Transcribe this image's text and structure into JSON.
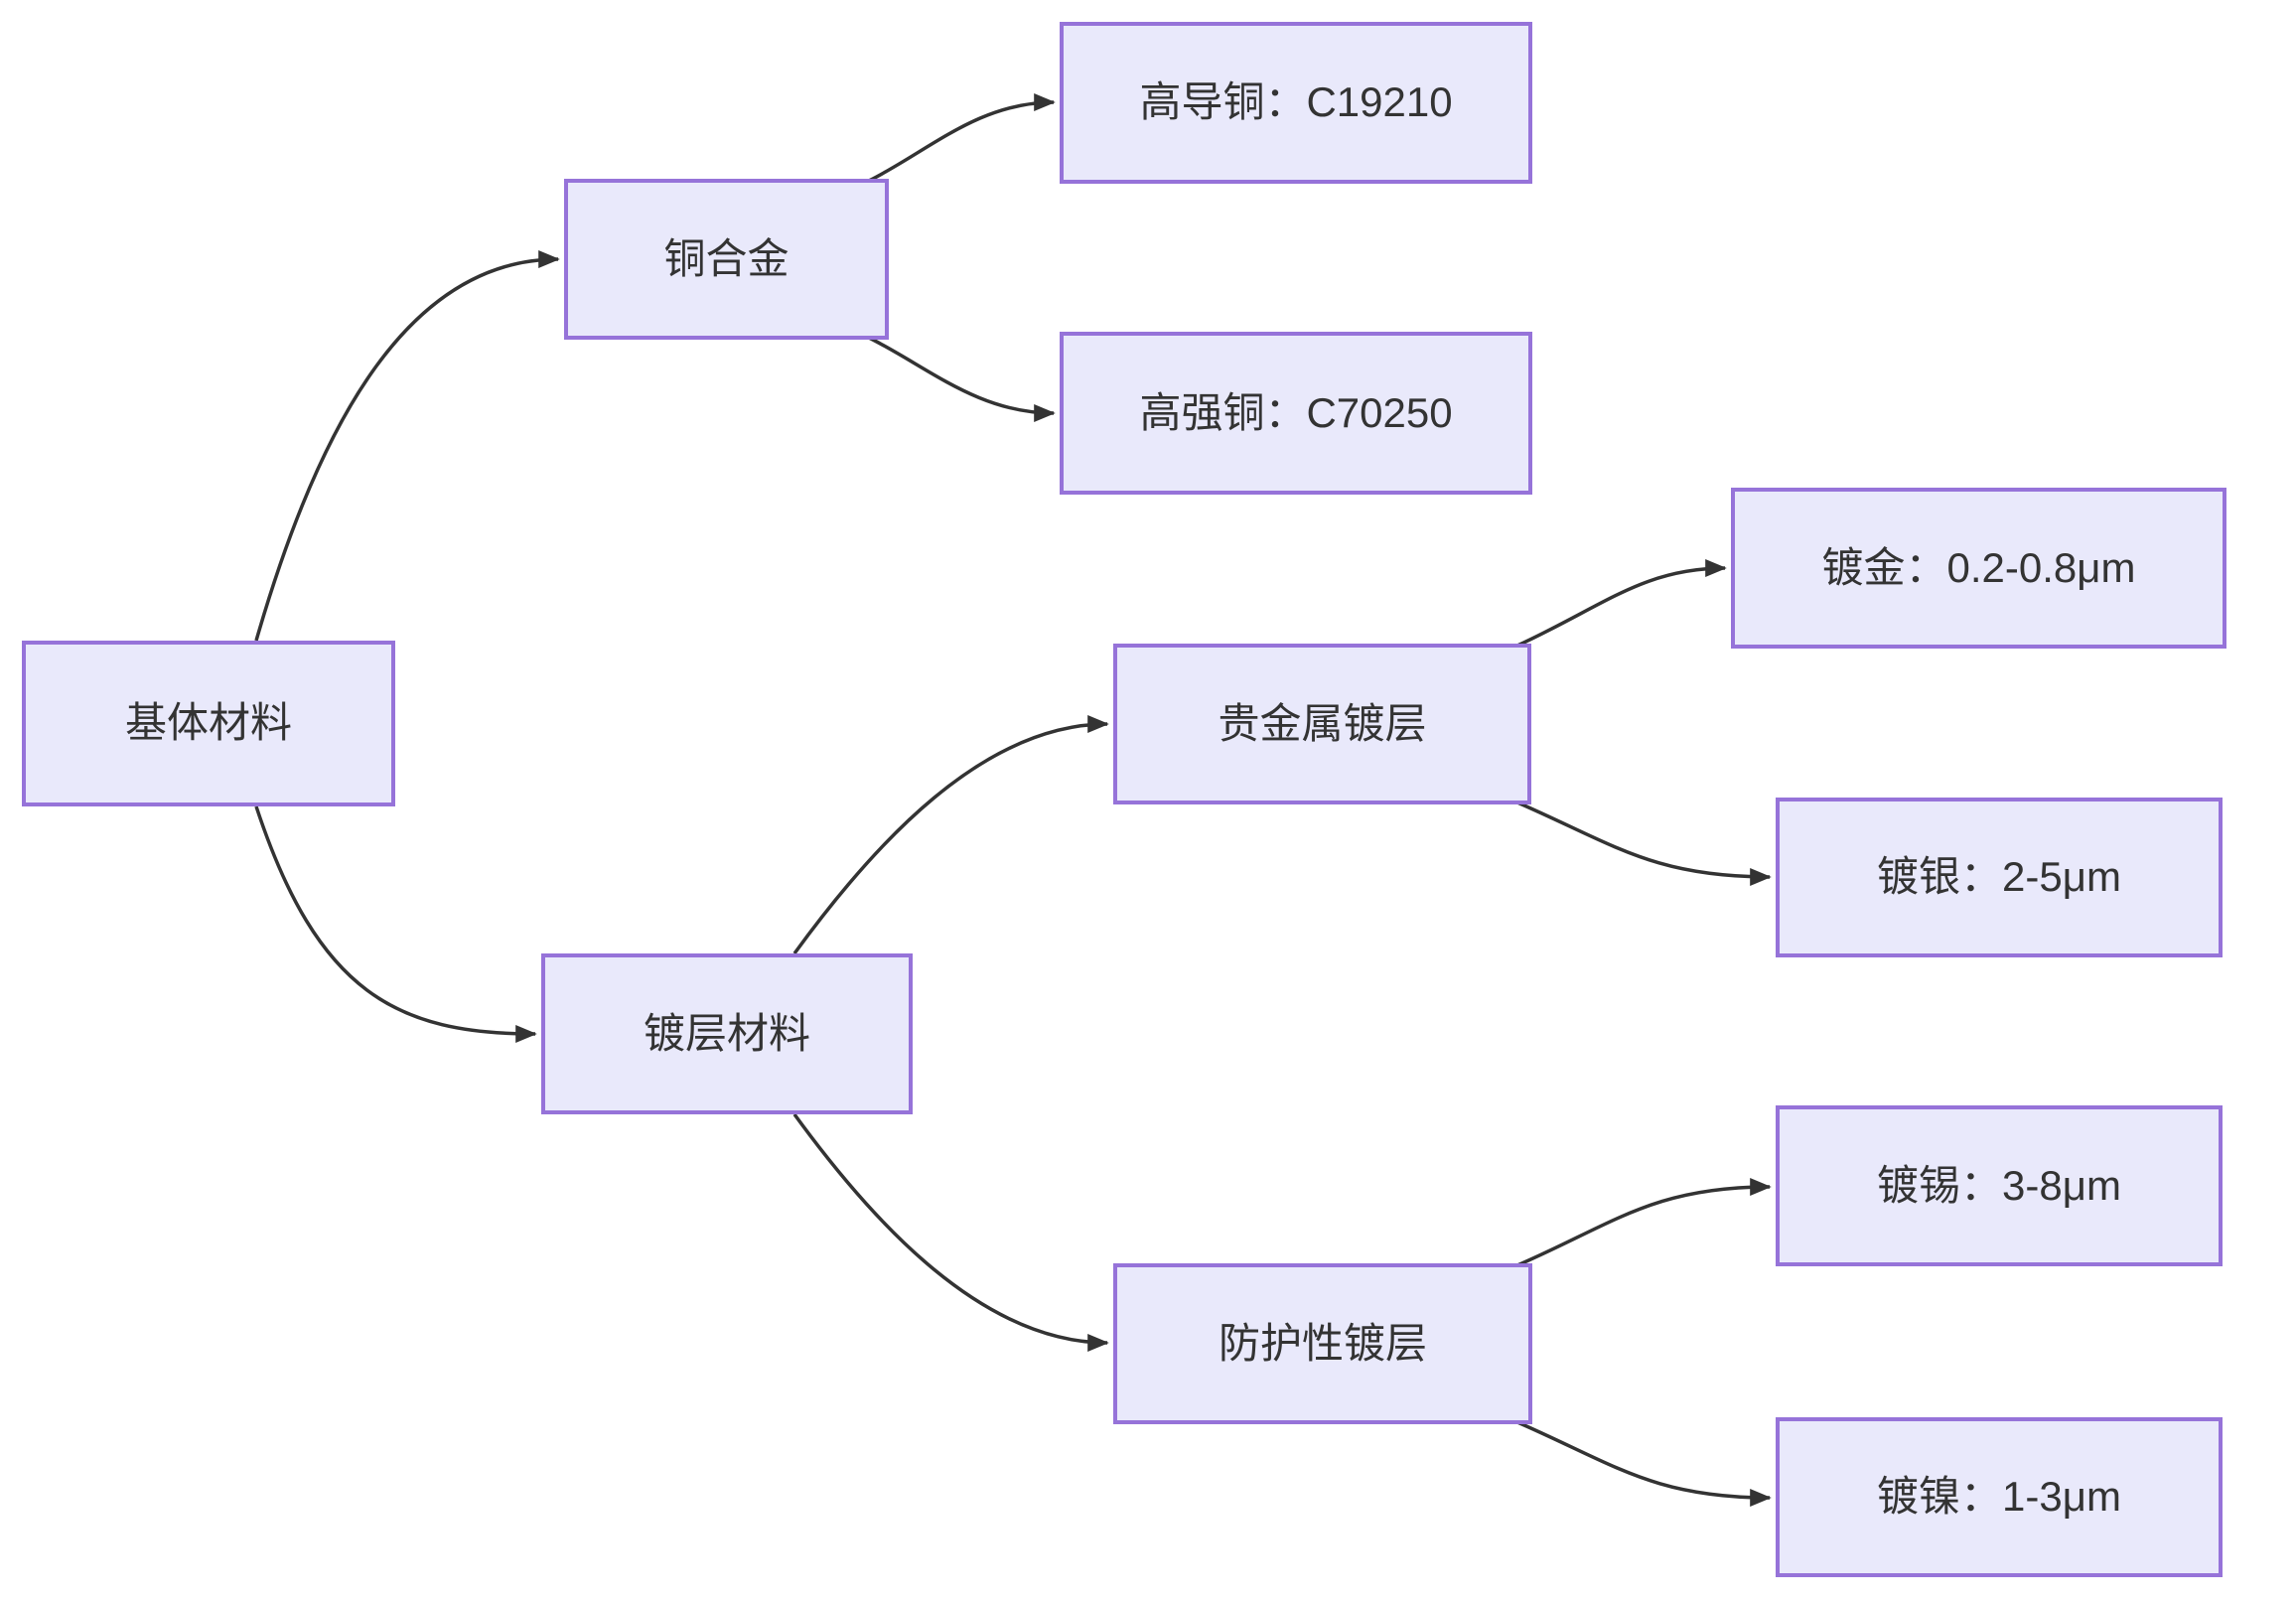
{
  "diagram": {
    "type": "flowchart-left-to-right",
    "colors": {
      "background": "#FFFFFF",
      "node_fill": "#E9E9FB",
      "node_border": "#9673D9",
      "edge_stroke": "#333333",
      "text": "#333333"
    },
    "nodes": {
      "base": {
        "label": "基体材料"
      },
      "copper_alloy": {
        "label": "铜合金"
      },
      "high_conductivity_copper": {
        "label": "高导铜：C19210"
      },
      "high_strength_copper": {
        "label": "高强铜：C70250"
      },
      "plating_material": {
        "label": "镀层材料"
      },
      "precious_metal_plating": {
        "label": "贵金属镀层"
      },
      "gold_plating": {
        "label": "镀金：0.2-0.8μm"
      },
      "silver_plating": {
        "label": "镀银：2-5μm"
      },
      "protective_plating": {
        "label": "防护性镀层"
      },
      "tin_plating": {
        "label": "镀锡：3-8μm"
      },
      "nickel_plating": {
        "label": "镀镍：1-3μm"
      }
    },
    "edges": [
      {
        "from": "基体材料",
        "to": "铜合金"
      },
      {
        "from": "基体材料",
        "to": "镀层材料"
      },
      {
        "from": "铜合金",
        "to": "高导铜：C19210"
      },
      {
        "from": "铜合金",
        "to": "高强铜：C70250"
      },
      {
        "from": "镀层材料",
        "to": "贵金属镀层"
      },
      {
        "from": "镀层材料",
        "to": "防护性镀层"
      },
      {
        "from": "贵金属镀层",
        "to": "镀金：0.2-0.8μm"
      },
      {
        "from": "贵金属镀层",
        "to": "镀银：2-5μm"
      },
      {
        "from": "防护性镀层",
        "to": "镀锡：3-8μm"
      },
      {
        "from": "防护性镀层",
        "to": "镀镍：1-3μm"
      }
    ]
  }
}
